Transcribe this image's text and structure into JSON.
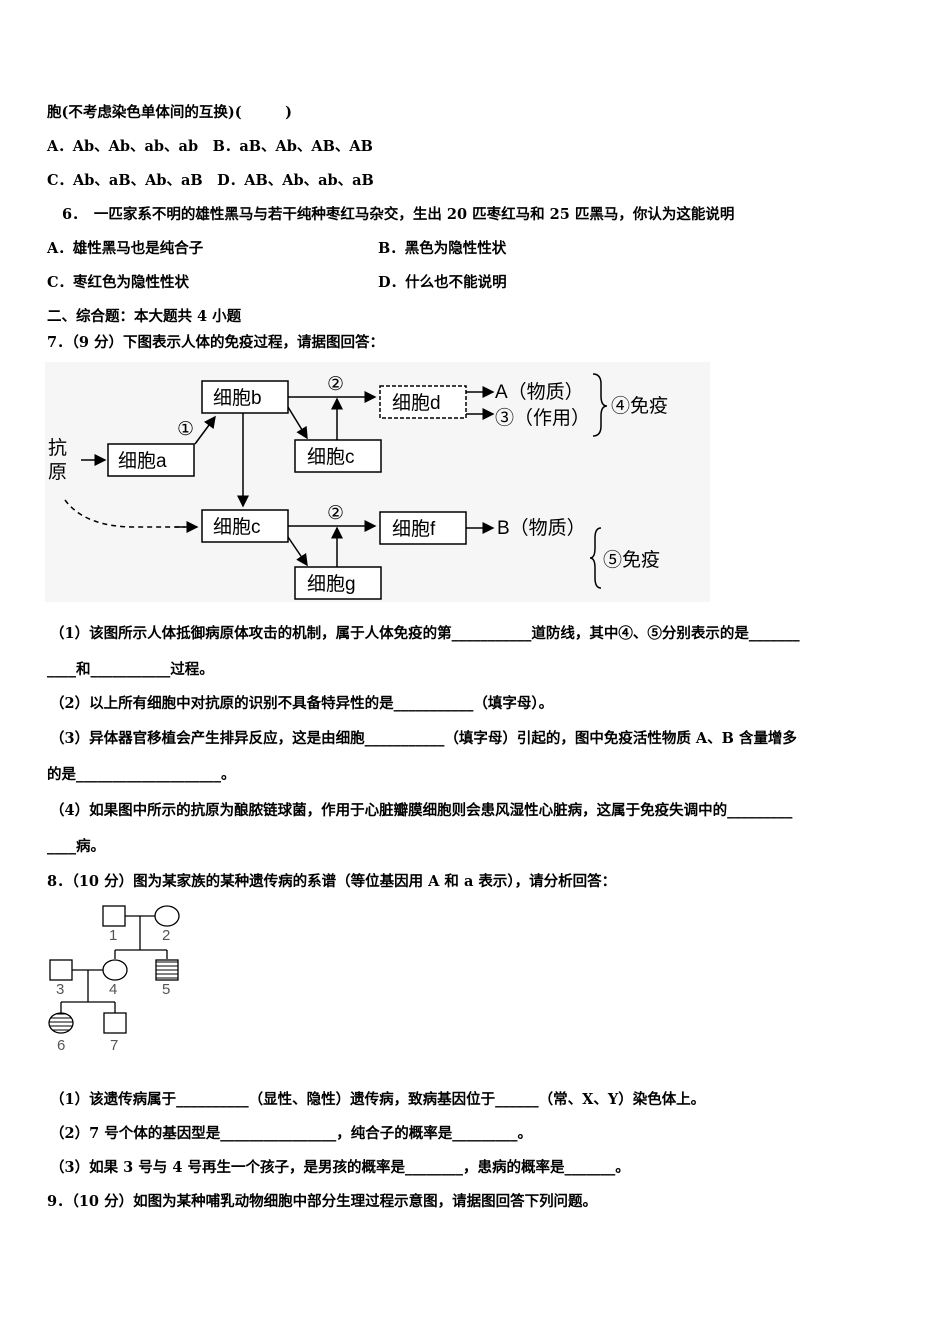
{
  "q5": {
    "stem_tail": "胞(不考虑染色单体间的互换)(　　　)",
    "opt_line1": "A．Ab、Ab、ab、ab　B．aB、Ab、AB、AB",
    "opt_line2": "C．Ab、aB、Ab、aB　D．AB、Ab、ab、aB"
  },
  "q6": {
    "stem": "6．　一匹家系不明的雄性黑马与若干纯种枣红马杂交，生出 20 匹枣红马和 25 匹黑马，你认为这能说明",
    "optA": "A．雄性黑马也是纯合子",
    "optB": "B．黑色为隐性性状",
    "optC": "C．枣红色为隐性性状",
    "optD": "D．什么也不能说明"
  },
  "section2": {
    "title": "二、综合题：本大题共 4 小题"
  },
  "q7": {
    "stem": "7．（9 分）下图表示人体的免疫过程，请据图回答：",
    "diagram": {
      "antigen": "抗原",
      "cell_a": "细胞a",
      "cell_b": "细胞b",
      "cell_c_top": "细胞c",
      "cell_d": "细胞d",
      "cell_c_bottom": "细胞c",
      "cell_f": "细胞f",
      "cell_g": "细胞g",
      "mark1": "①",
      "mark2_top": "②",
      "mark2_bottom": "②",
      "out_A": "A（物质）",
      "out_3": "③（作用）",
      "immune4": "④免疫",
      "out_B": "B（物质）",
      "immune5": "⑤免疫"
    },
    "sub1_line1": "（1）该图所示人体抵御病原体攻击的机制，属于人体免疫的第___________道防线，其中④、⑤分别表示的是_______",
    "sub1_line2": "____和___________过程。",
    "sub2": "（2）以上所有细胞中对抗原的识别不具备特异性的是___________（填字母）。",
    "sub3_line1": "（3）异体器官移植会产生排异反应，这是由细胞___________（填字母）引起的，图中免疫活性物质 A、B 含量增多",
    "sub3_line2": "的是____________________。",
    "sub4_line1": "（4）如果图中所示的抗原为酿脓链球菌，作用于心脏瓣膜细胞则会患风湿性心脏病，这属于免疫失调中的_________",
    "sub4_line2": "____病。"
  },
  "q8": {
    "stem": "8．（10 分）图为某家族的某种遗传病的系谱（等位基因用 A 和 a 表示），请分析回答：",
    "pedigree_labels": [
      "1",
      "2",
      "3",
      "4",
      "5",
      "6",
      "7"
    ],
    "sub1": "（1）该遗传病属于__________（显性、隐性）遗传病，致病基因位于______（常、X、Y）染色体上。",
    "sub2": "（2）7 号个体的基因型是________________，纯合子的概率是_________。",
    "sub3": "（3）如果 3 号与 4 号再生一个孩子，是男孩的概率是________，患病的概率是_______。"
  },
  "q9": {
    "stem": "9．（10 分）如图为某种哺乳动物细胞中部分生理过程示意图，请据图回答下列问题。"
  }
}
